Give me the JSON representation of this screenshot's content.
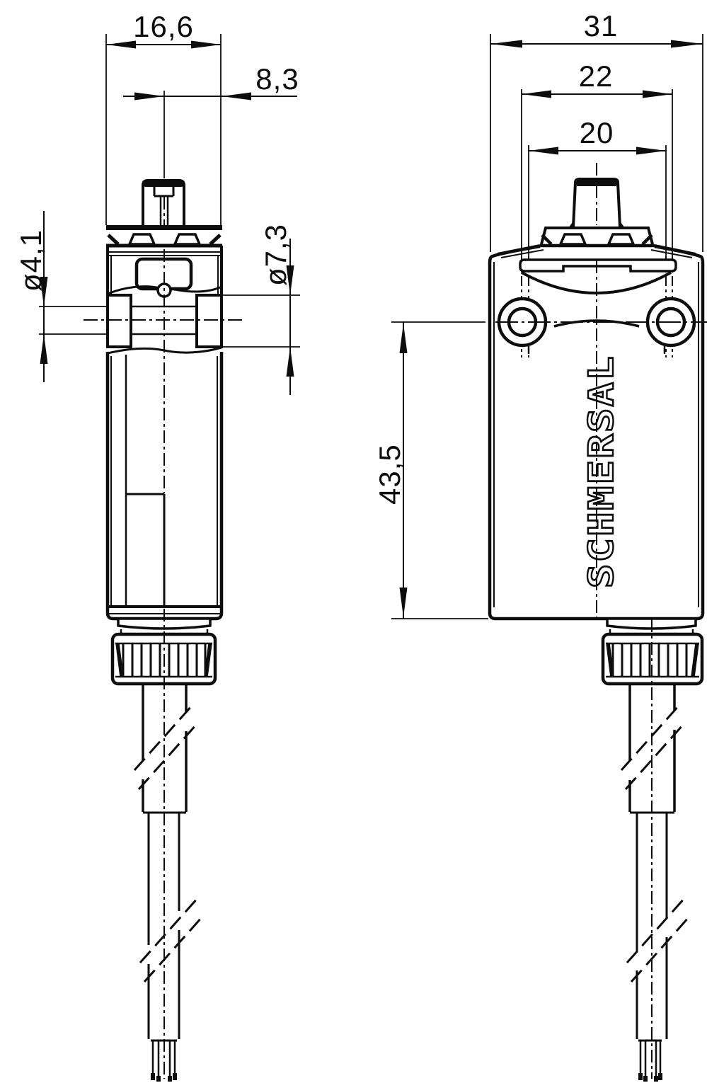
{
  "drawing": {
    "type": "technical-dimension-drawing",
    "line_color": "#0d0d0d",
    "background": "#ffffff",
    "side_view": {
      "dim_body_width": "16,6",
      "dim_center_to_edge": "8,3",
      "dim_pin_diameter": "ø4,1",
      "dim_head_diameter": "ø7,3"
    },
    "front_view": {
      "dim_body_width": "31",
      "dim_hole_spacing_outer": "22",
      "dim_hole_spacing_inner": "20",
      "dim_body_height_to_axis": "43,5",
      "logo": "SCHMERSAL"
    }
  }
}
